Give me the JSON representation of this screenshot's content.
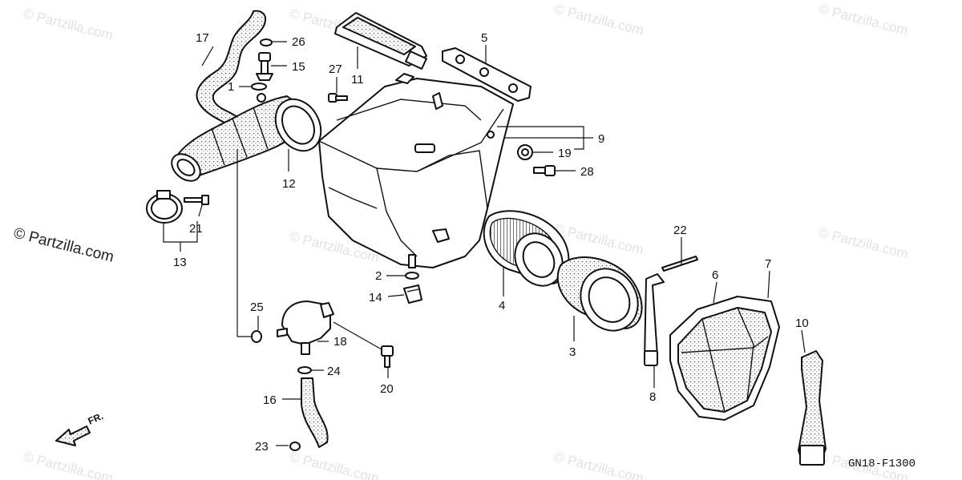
{
  "watermarks": [
    "© Partzilla.com",
    "© Partzilla.com",
    "© Partzilla.com",
    "© Partzilla.com",
    "© Partzilla.com",
    "© Partzilla.com",
    "© Partzilla.com",
    "© Partzilla.com",
    "© Partzilla.com",
    "© Partzilla.com",
    "© Partzilla.com"
  ],
  "watermark_main": "© Partzilla.com",
  "diagram_code": "GN18-F1300",
  "direction_label": "FR.",
  "callouts": {
    "c1": "1",
    "c2": "2",
    "c3": "3",
    "c4": "4",
    "c5": "5",
    "c6": "6",
    "c7": "7",
    "c8": "8",
    "c9": "9",
    "c10": "10",
    "c11": "11",
    "c12": "12",
    "c13": "13",
    "c14": "14",
    "c15": "15",
    "c16": "16",
    "c17": "17",
    "c18": "18",
    "c19": "19",
    "c20": "20",
    "c21": "21",
    "c22": "22",
    "c23": "23",
    "c24": "24",
    "c25": "25",
    "c26": "26",
    "c27": "27",
    "c28": "28"
  }
}
